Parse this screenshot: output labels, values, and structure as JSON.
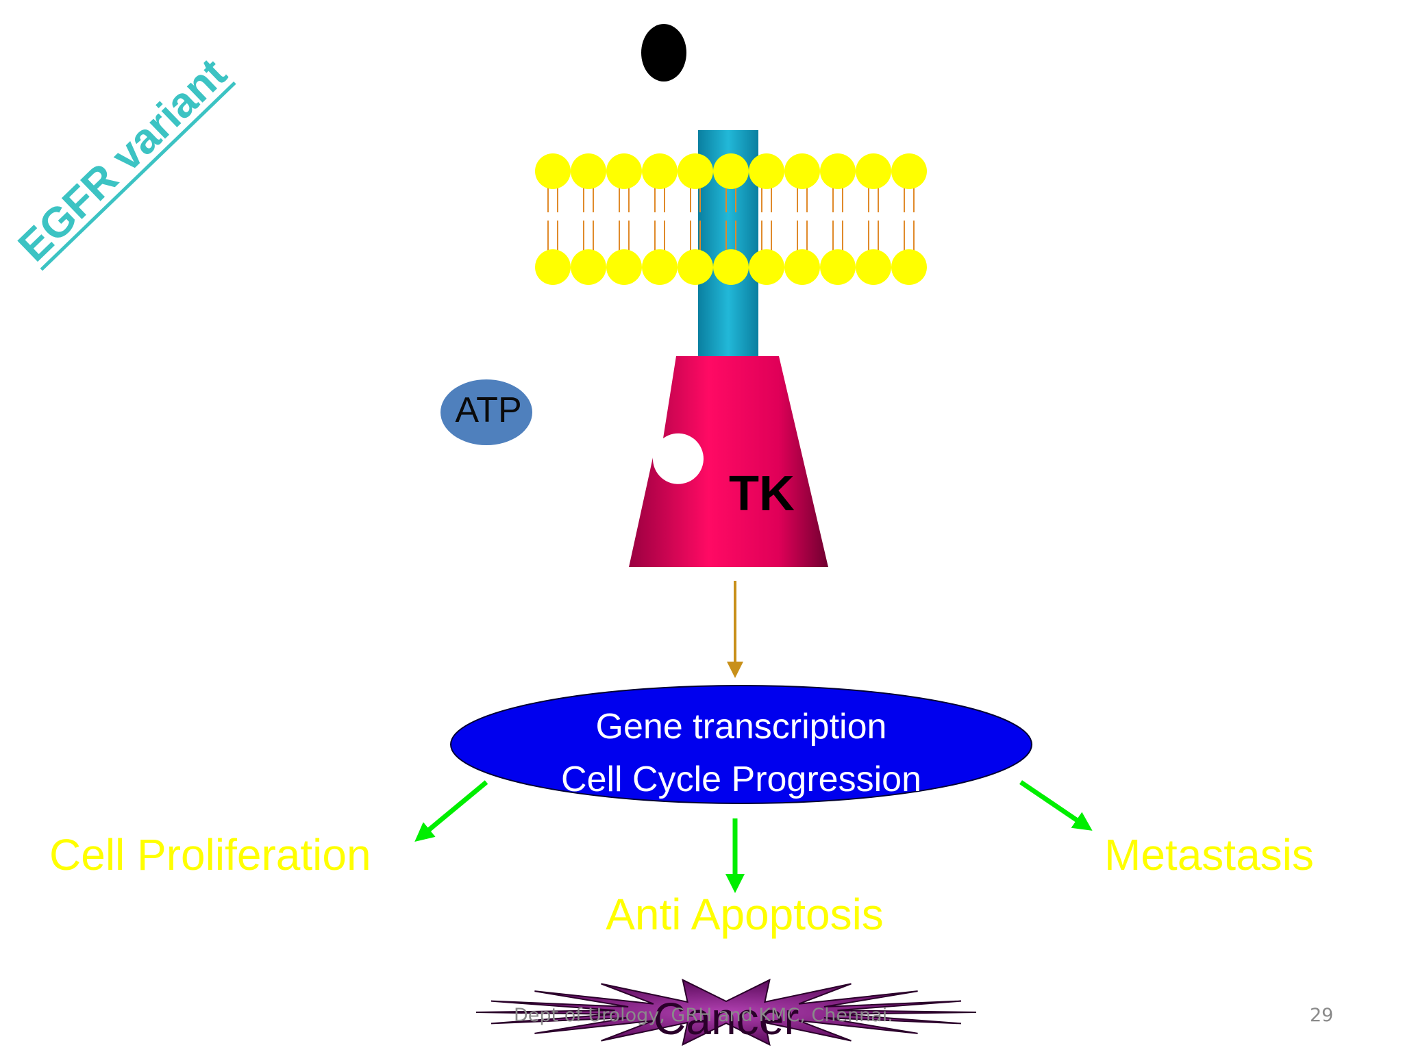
{
  "slide": {
    "title": "EGFR variant",
    "atp_label": "ATP",
    "kinase_label": "TK",
    "nucleus_line1": "Gene transcription",
    "nucleus_line2": "Cell Cycle Progression",
    "outcome_left": "Cell Proliferation",
    "outcome_center": "Anti Apoptosis",
    "outcome_right": "Metastasis",
    "result_label": "Cancer",
    "footer_text": "Dept of Urology, GRH and KMC, Chennai.",
    "page_number": "29"
  },
  "colors": {
    "title": "#3cc3c3",
    "receptor": "#1aa7c8",
    "lipid_head": "#ffff00",
    "lipid_tail": "#e08a2a",
    "kinase": "#e8005a",
    "atp": "#4f80bd",
    "nucleus": "#0000ee",
    "outcome_text": "#ffff00",
    "arrow_green": "#00ee00",
    "arrow_down": "#c8901a",
    "cancer": "#7a0a7a"
  }
}
